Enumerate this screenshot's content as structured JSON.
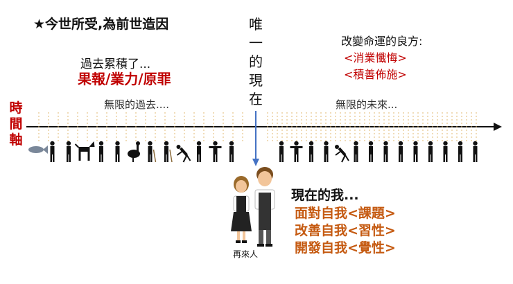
{
  "title": "★今世所受,為前世造因",
  "past": {
    "heading": "過去累積了...",
    "items": "果報/業力/原罪",
    "label": "無限的過去...."
  },
  "now": {
    "vertical_label": "唯一的現在",
    "chars": [
      "唯",
      "一",
      "的",
      "現",
      "在"
    ]
  },
  "future": {
    "label": "無限的未來..."
  },
  "remedy": {
    "heading": "改變命運的良方:",
    "items": [
      "<消業懺悔>",
      "<積善佈施>"
    ]
  },
  "timeline": {
    "chars": [
      "時",
      "間",
      "軸"
    ]
  },
  "present_self": {
    "heading": "現在的我...",
    "items": [
      "面對自我<課題>",
      "改善自我<習性>",
      "開發自我<覺性>"
    ],
    "caption": "再來人"
  },
  "colors": {
    "red": "#c00000",
    "orange": "#c55a11",
    "arrow_blue": "#4472c4",
    "dash_gold": "#e0b870"
  },
  "icons": {
    "past": [
      "fish-icon",
      "person-icon",
      "person-icon",
      "dog-icon",
      "person-icon",
      "person-icon",
      "goose-icon",
      "elder-icon",
      "elder-icon",
      "fallen-person-icon",
      "person-icon",
      "cross-person-icon",
      "person-icon"
    ],
    "future": [
      "person-icon",
      "cross-person-icon",
      "person-icon",
      "person-icon",
      "fallen-person-icon",
      "person-icon",
      "person-icon",
      "person-icon",
      "person-icon",
      "person-icon",
      "person-icon",
      "person-icon",
      "person-icon",
      "person-icon"
    ]
  }
}
